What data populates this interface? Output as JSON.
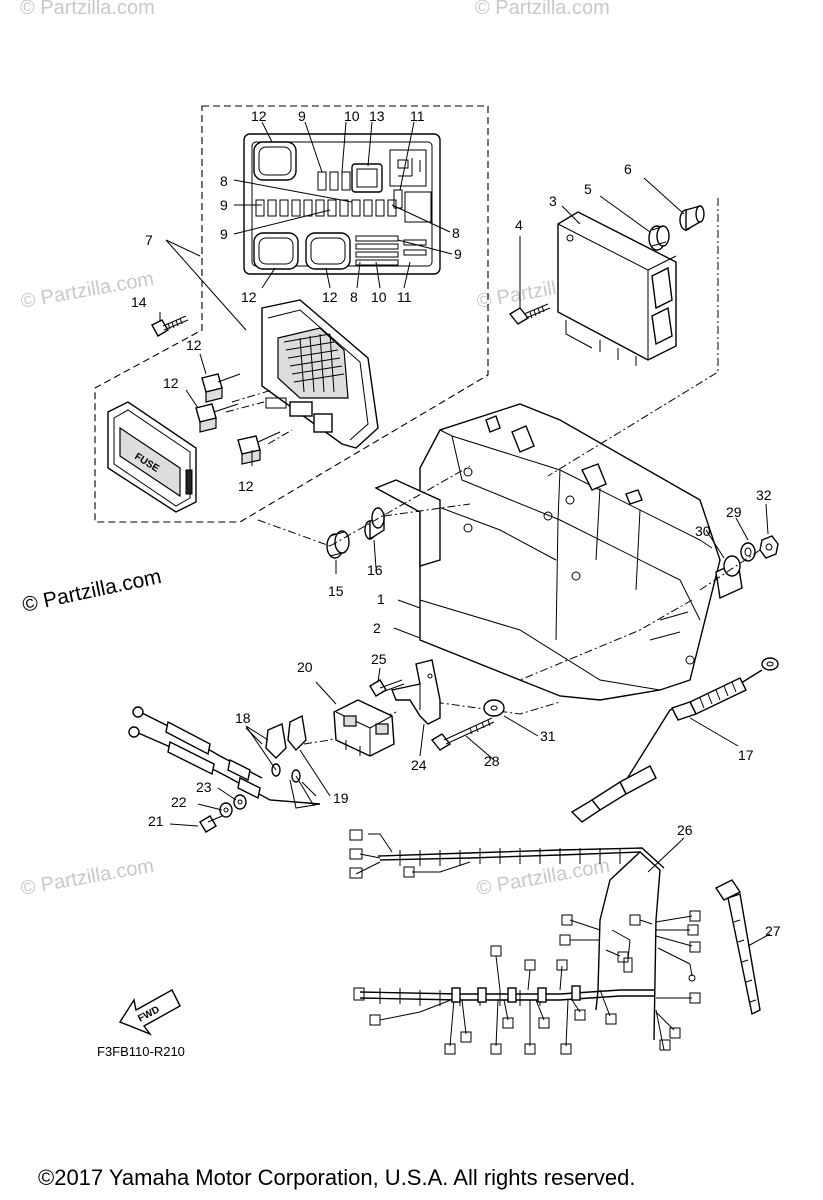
{
  "watermark_text": "© Partzilla.com",
  "brand_watermark": "© Partzilla.com",
  "diagram_code": "F3FB110-R210",
  "fwd_label": "FWD",
  "fuse_label": "FUSE",
  "copyright": "©2017  Yamaha Motor Corporation, U.S.A. All rights reserved.",
  "callouts": {
    "c1": "1",
    "c2": "2",
    "c3": "3",
    "c4": "4",
    "c5": "5",
    "c6": "6",
    "c7": "7",
    "c8a": "8",
    "c8b": "8",
    "c8c": "8",
    "c9a": "9",
    "c9b": "9",
    "c9c": "9",
    "c9d": "9",
    "c10a": "10",
    "c10b": "10",
    "c11a": "11",
    "c11b": "11",
    "c12a": "12",
    "c12b": "12",
    "c12c": "12",
    "c12d": "12",
    "c12e": "12",
    "c12f": "12",
    "c13": "13",
    "c14": "14",
    "c15": "15",
    "c16": "16",
    "c17": "17",
    "c18": "18",
    "c19": "19",
    "c20": "20",
    "c21": "21",
    "c22": "22",
    "c23": "23",
    "c24": "24",
    "c25": "25",
    "c26": "26",
    "c27": "27",
    "c28": "28",
    "c29": "29",
    "c30": "30",
    "c31": "31",
    "c32": "32"
  }
}
